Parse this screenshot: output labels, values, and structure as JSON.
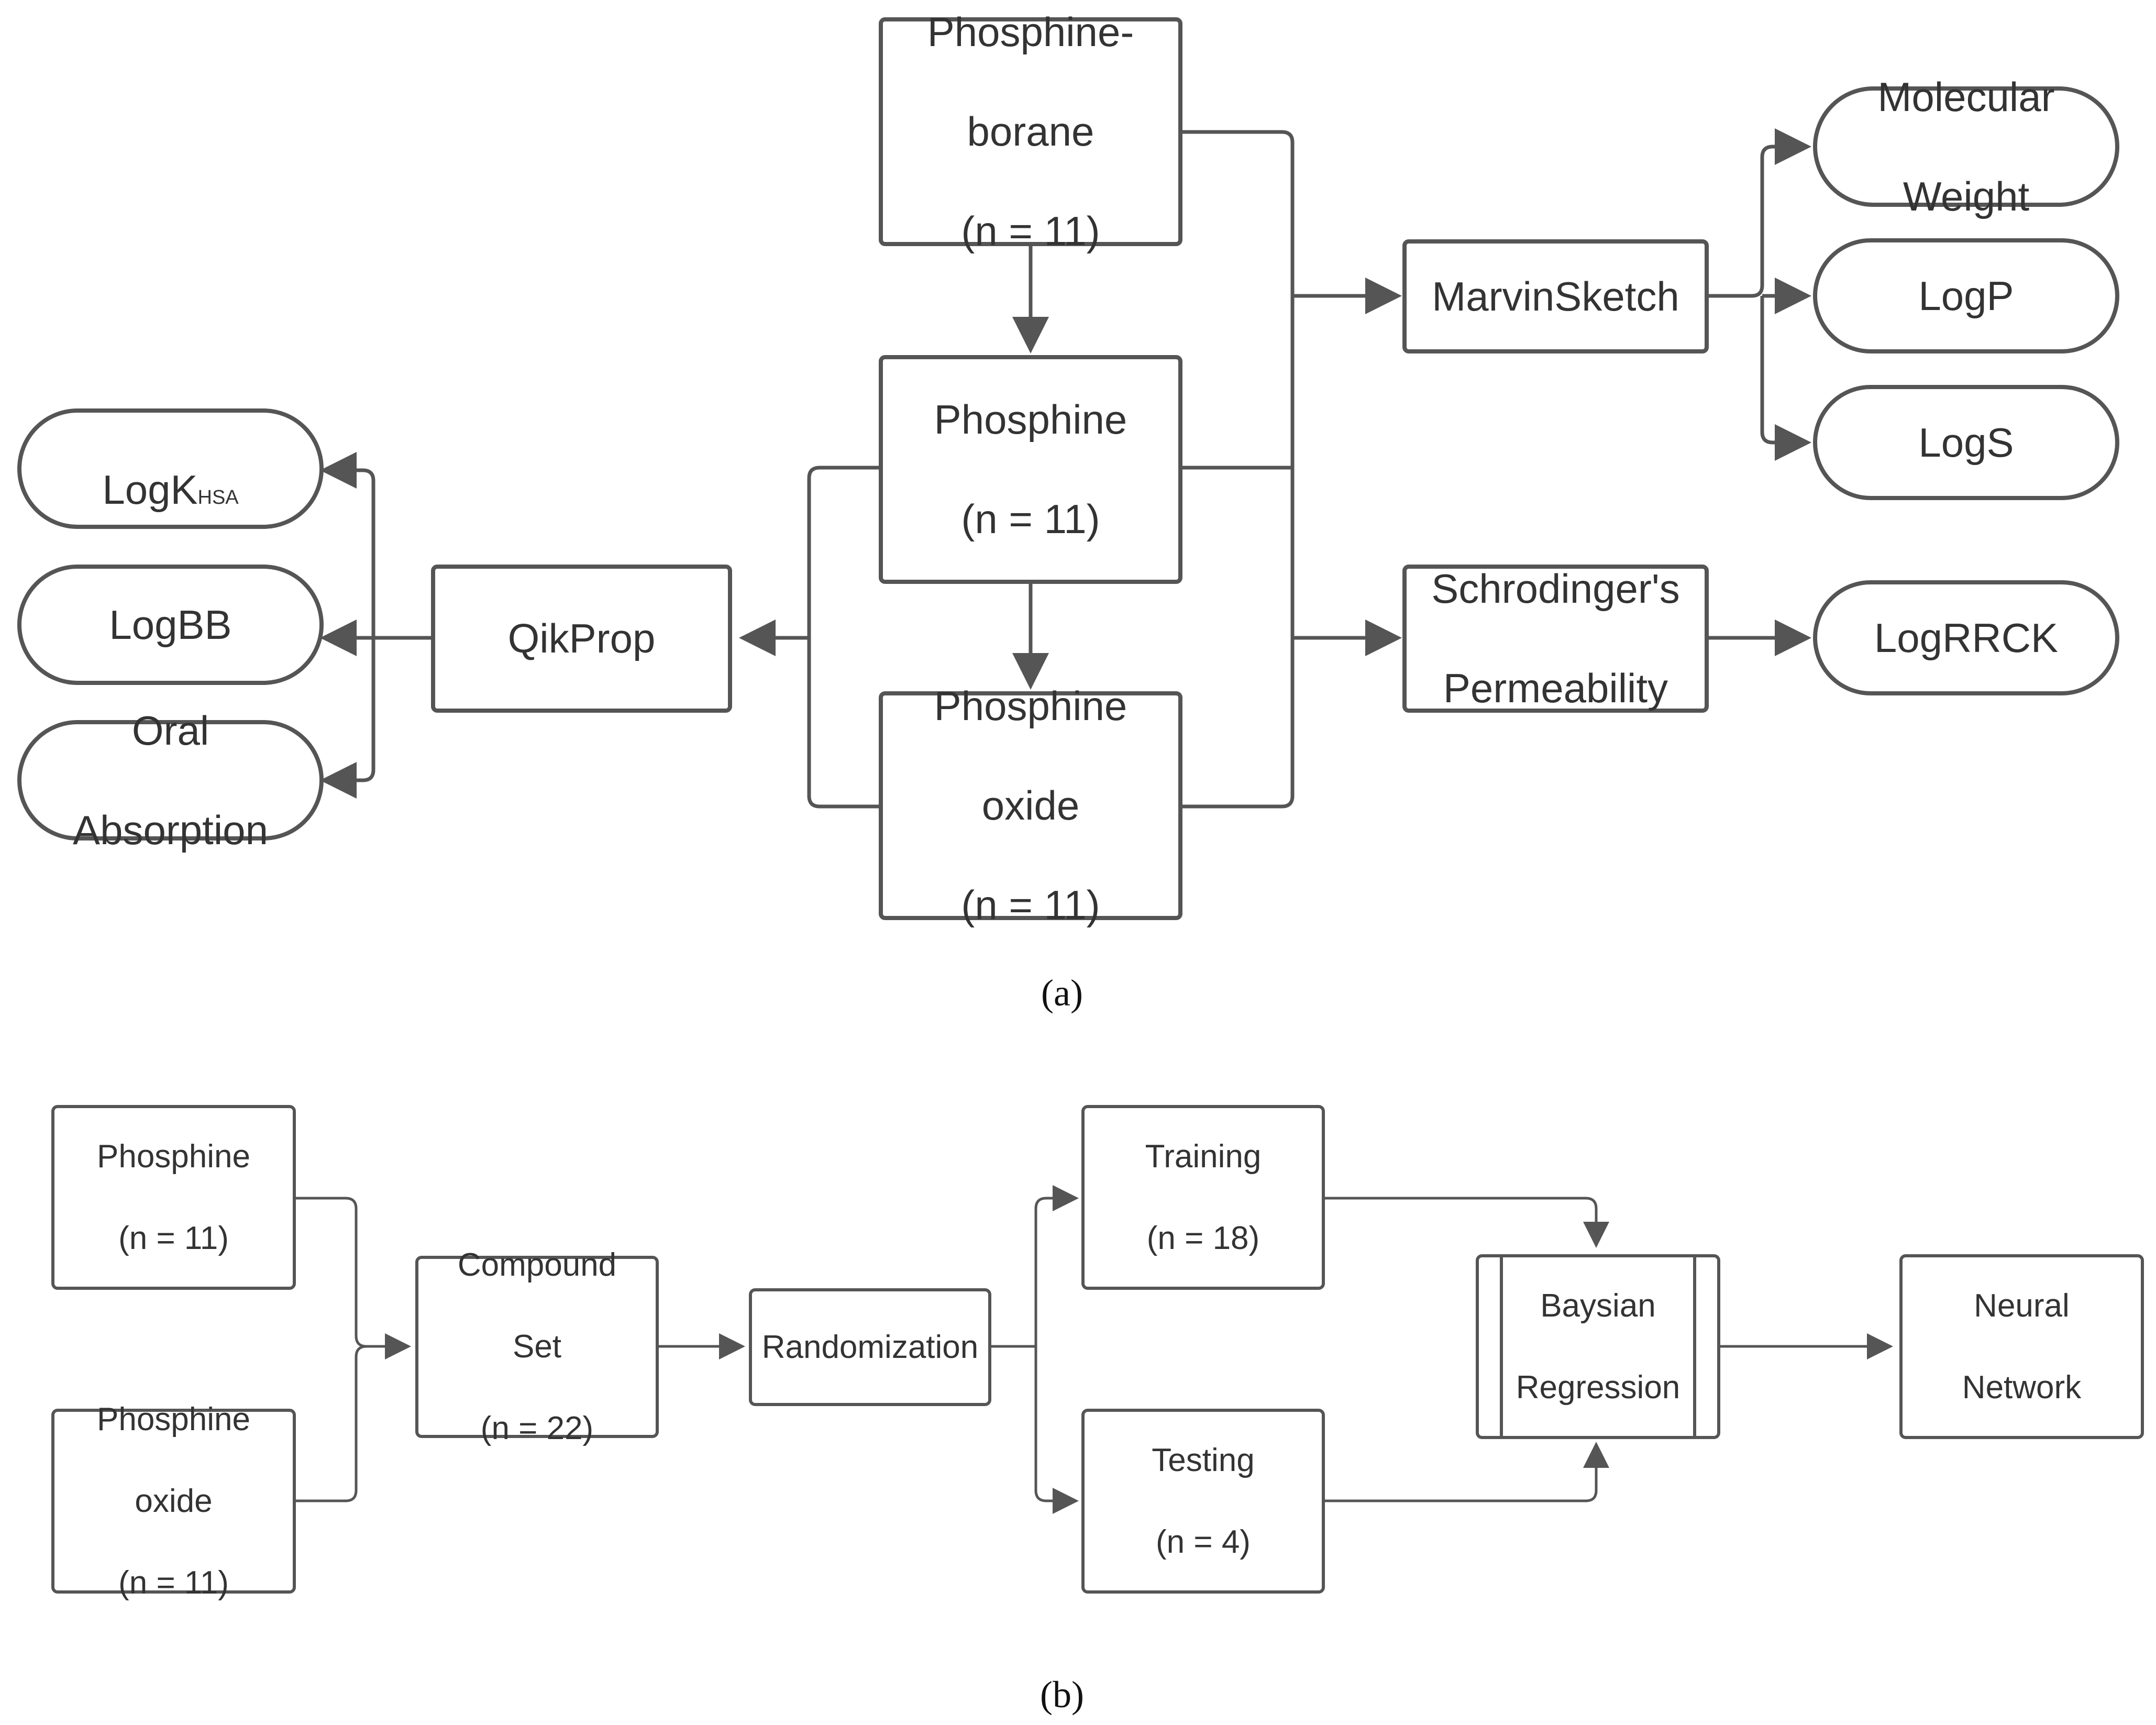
{
  "diagram_a": {
    "phosphine_borane": {
      "line1": "Phosphine-",
      "line2": "borane",
      "line3": "(n = 11)"
    },
    "phosphine": {
      "line1": "Phosphine",
      "line2": "(n = 11)"
    },
    "phosphine_oxide": {
      "line1": "Phosphine",
      "line2": "oxide",
      "line3": "(n = 11)"
    },
    "marvinsketch": "MarvinSketch",
    "schrodinger": {
      "line1": "Schrodinger's",
      "line2": "Permeability"
    },
    "qikprop": "QikProp",
    "molecular_weight": {
      "line1": "Molecular",
      "line2": "Weight"
    },
    "logp": "LogP",
    "logs": "LogS",
    "logrrck": "LogRRCK",
    "logkhsa": {
      "main": "LogK",
      "subscript": "HSA"
    },
    "logbb": "LogBB",
    "oral_absorption": {
      "line1": "Oral",
      "line2": "Absorption"
    },
    "caption": "(a)"
  },
  "diagram_b": {
    "phosphine": {
      "line1": "Phosphine",
      "line2": "(n = 11)"
    },
    "phosphine_oxide": {
      "line1": "Phosphine",
      "line2": "oxide",
      "line3": "(n = 11)"
    },
    "compound_set": {
      "line1": "Compound",
      "line2": "Set",
      "line3": "(n = 22)"
    },
    "randomization": "Randomization",
    "training": {
      "line1": "Training",
      "line2": "(n = 18)"
    },
    "testing": {
      "line1": "Testing",
      "line2": "(n = 4)"
    },
    "baysian_regression": {
      "line1": "Baysian",
      "line2": "Regression"
    },
    "neural_network": {
      "line1": "Neural",
      "line2": "Network"
    },
    "caption": "(b)"
  },
  "colors": {
    "stroke": "#555555",
    "text": "#333333"
  }
}
